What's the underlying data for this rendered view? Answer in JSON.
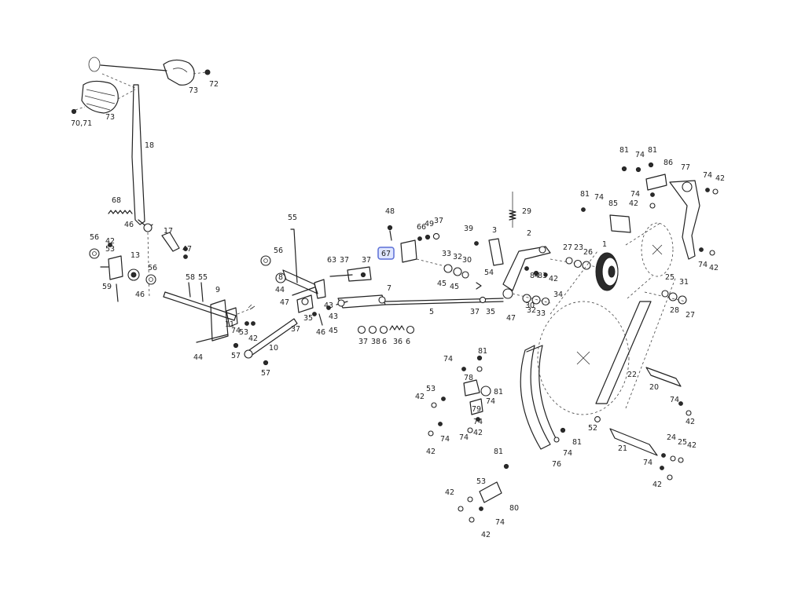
{
  "colors": {
    "ink": "#222222",
    "background": "#ffffff",
    "highlight_fill": "#dfe6ff",
    "highlight_border": "#5b6fd6"
  },
  "highlighted_part": "67",
  "parts": [
    {
      "key": "p73a",
      "label": "73"
    },
    {
      "key": "p72",
      "label": "72"
    },
    {
      "key": "p73b",
      "label": "73"
    },
    {
      "key": "p7071",
      "label": "70,71"
    },
    {
      "key": "p18",
      "label": "18"
    },
    {
      "key": "p68",
      "label": "68"
    },
    {
      "key": "p46a",
      "label": "46"
    },
    {
      "key": "p17",
      "label": "17"
    },
    {
      "key": "p56a",
      "label": "56"
    },
    {
      "key": "p42a",
      "label": "42"
    },
    {
      "key": "p53a",
      "label": "53"
    },
    {
      "key": "p13",
      "label": "13"
    },
    {
      "key": "p47a",
      "label": "47"
    },
    {
      "key": "p56b",
      "label": "56"
    },
    {
      "key": "p59",
      "label": "59"
    },
    {
      "key": "p46b",
      "label": "46"
    },
    {
      "key": "p58",
      "label": "58"
    },
    {
      "key": "p55a",
      "label": "55"
    },
    {
      "key": "p9",
      "label": "9"
    },
    {
      "key": "p11",
      "label": "11"
    },
    {
      "key": "p74a",
      "label": "74"
    },
    {
      "key": "p53b",
      "label": "53"
    },
    {
      "key": "p42b",
      "label": "42"
    },
    {
      "key": "p44a",
      "label": "44"
    },
    {
      "key": "p57a",
      "label": "57"
    },
    {
      "key": "p10",
      "label": "10"
    },
    {
      "key": "p57b",
      "label": "57"
    },
    {
      "key": "p55b",
      "label": "55"
    },
    {
      "key": "p56c",
      "label": "56"
    },
    {
      "key": "p8",
      "label": "8"
    },
    {
      "key": "p44b",
      "label": "44"
    },
    {
      "key": "p47b",
      "label": "47"
    },
    {
      "key": "p35a",
      "label": "35"
    },
    {
      "key": "p37a",
      "label": "37"
    },
    {
      "key": "p43a",
      "label": "43"
    },
    {
      "key": "p43b",
      "label": "43"
    },
    {
      "key": "p46c",
      "label": "46"
    },
    {
      "key": "p45a",
      "label": "45"
    },
    {
      "key": "p63",
      "label": "63"
    },
    {
      "key": "p37b",
      "label": "37"
    },
    {
      "key": "p37c",
      "label": "37"
    },
    {
      "key": "p7",
      "label": "7"
    },
    {
      "key": "p37d",
      "label": "37"
    },
    {
      "key": "p38",
      "label": "38"
    },
    {
      "key": "p6a",
      "label": "6"
    },
    {
      "key": "p36",
      "label": "36"
    },
    {
      "key": "p6b",
      "label": "6"
    },
    {
      "key": "p48",
      "label": "48"
    },
    {
      "key": "p66",
      "label": "66"
    },
    {
      "key": "p49",
      "label": "49"
    },
    {
      "key": "p37e",
      "label": "37"
    },
    {
      "key": "p67",
      "label": "67"
    },
    {
      "key": "p33a",
      "label": "33"
    },
    {
      "key": "p32a",
      "label": "32"
    },
    {
      "key": "p30a",
      "label": "30"
    },
    {
      "key": "p39",
      "label": "39"
    },
    {
      "key": "p3",
      "label": "3"
    },
    {
      "key": "p29",
      "label": "29"
    },
    {
      "key": "p2",
      "label": "2"
    },
    {
      "key": "p45b",
      "label": "45"
    },
    {
      "key": "p45c",
      "label": "45"
    },
    {
      "key": "p54",
      "label": "54"
    },
    {
      "key": "p5",
      "label": "5"
    },
    {
      "key": "p37f",
      "label": "37"
    },
    {
      "key": "p35b",
      "label": "35"
    },
    {
      "key": "p47c",
      "label": "47"
    },
    {
      "key": "p84",
      "label": "84"
    },
    {
      "key": "p83",
      "label": "83"
    },
    {
      "key": "p42c",
      "label": "42"
    },
    {
      "key": "p30b",
      "label": "30"
    },
    {
      "key": "p32b",
      "label": "32"
    },
    {
      "key": "p33b",
      "label": "33"
    },
    {
      "key": "p34",
      "label": "34"
    },
    {
      "key": "p27a",
      "label": "27"
    },
    {
      "key": "p23",
      "label": "23"
    },
    {
      "key": "p26",
      "label": "26"
    },
    {
      "key": "p1",
      "label": "1"
    },
    {
      "key": "p25a",
      "label": "25"
    },
    {
      "key": "p31",
      "label": "31"
    },
    {
      "key": "p28",
      "label": "28"
    },
    {
      "key": "p27b",
      "label": "27"
    },
    {
      "key": "p81a",
      "label": "81"
    },
    {
      "key": "p74b",
      "label": "74"
    },
    {
      "key": "p81b",
      "label": "81"
    },
    {
      "key": "p86",
      "label": "86"
    },
    {
      "key": "p77",
      "label": "77"
    },
    {
      "key": "p74c",
      "label": "74"
    },
    {
      "key": "p42d",
      "label": "42"
    },
    {
      "key": "p81c",
      "label": "81"
    },
    {
      "key": "p74d",
      "label": "74"
    },
    {
      "key": "p74e",
      "label": "74"
    },
    {
      "key": "p42e",
      "label": "42"
    },
    {
      "key": "p85",
      "label": "85"
    },
    {
      "key": "p74f",
      "label": "74"
    },
    {
      "key": "p42f",
      "label": "42"
    },
    {
      "key": "p81d",
      "label": "81"
    },
    {
      "key": "p74g",
      "label": "74"
    },
    {
      "key": "p78",
      "label": "78"
    },
    {
      "key": "p53c",
      "label": "53"
    },
    {
      "key": "p42g",
      "label": "42"
    },
    {
      "key": "p81e",
      "label": "81"
    },
    {
      "key": "p74h",
      "label": "74"
    },
    {
      "key": "p79",
      "label": "79"
    },
    {
      "key": "p74i",
      "label": "74"
    },
    {
      "key": "p74j",
      "label": "74"
    },
    {
      "key": "p42h",
      "label": "42"
    },
    {
      "key": "p42i",
      "label": "42"
    },
    {
      "key": "p74k",
      "label": "74"
    },
    {
      "key": "p22",
      "label": "22"
    },
    {
      "key": "p20",
      "label": "20"
    },
    {
      "key": "p74l",
      "label": "74"
    },
    {
      "key": "p42j",
      "label": "42"
    },
    {
      "key": "p52",
      "label": "52"
    },
    {
      "key": "p21",
      "label": "21"
    },
    {
      "key": "p24",
      "label": "24"
    },
    {
      "key": "p25b",
      "label": "25"
    },
    {
      "key": "p42k",
      "label": "42"
    },
    {
      "key": "p74m",
      "label": "74"
    },
    {
      "key": "p42l",
      "label": "42"
    },
    {
      "key": "p81f",
      "label": "81"
    },
    {
      "key": "p74n",
      "label": "74"
    },
    {
      "key": "p76",
      "label": "76"
    },
    {
      "key": "p81g",
      "label": "81"
    },
    {
      "key": "p53d",
      "label": "53"
    },
    {
      "key": "p42m",
      "label": "42"
    },
    {
      "key": "p80",
      "label": "80"
    },
    {
      "key": "p74o",
      "label": "74"
    },
    {
      "key": "p42n",
      "label": "42"
    }
  ]
}
